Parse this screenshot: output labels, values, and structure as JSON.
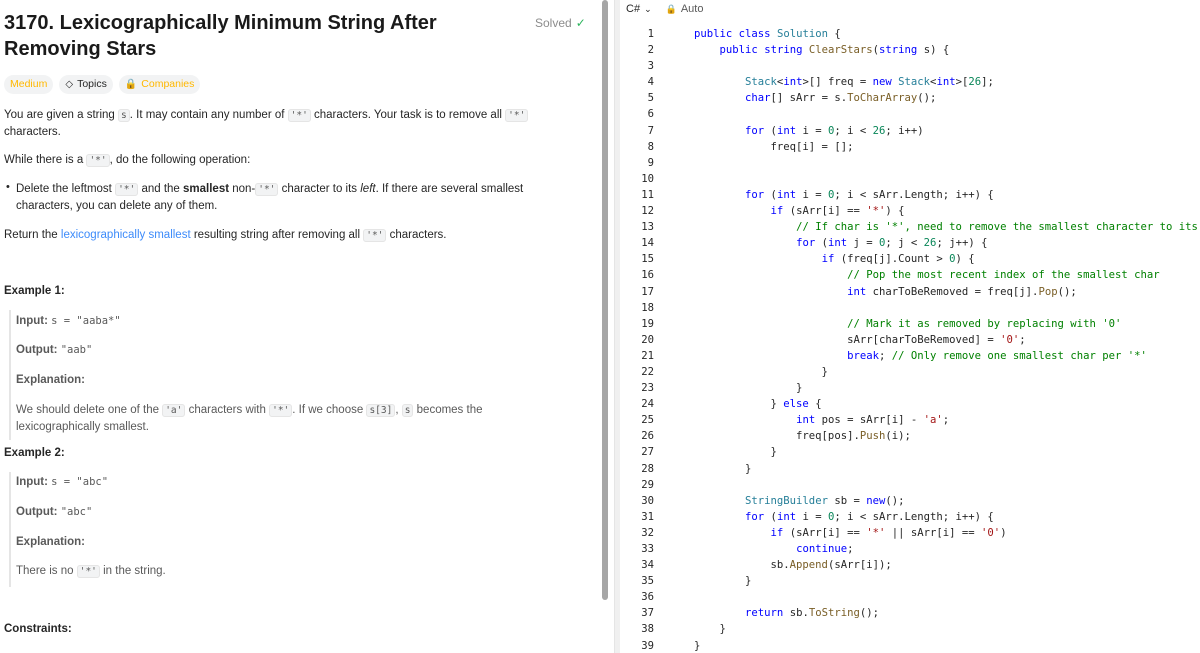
{
  "problem": {
    "title": "3170. Lexicographically Minimum String After Removing Stars",
    "solved_label": "Solved",
    "difficulty": "Medium",
    "topics_label": "Topics",
    "companies_label": "Companies",
    "desc1_a": "You are given a string ",
    "desc1_code_s": "s",
    "desc1_b": ". It may contain any number of ",
    "desc1_code_star": "'*'",
    "desc1_c": " characters. Your task is to remove all ",
    "desc1_code_star2": "'*'",
    "desc1_d": "characters.",
    "desc2_a": "While there is a ",
    "desc2_code": "'*'",
    "desc2_b": ", do the following operation:",
    "bullet_a": "Delete the leftmost ",
    "bullet_code": "'*'",
    "bullet_b": " and the ",
    "bullet_bold": "smallest",
    "bullet_c": " non-",
    "bullet_code2": "'*'",
    "bullet_d": " character to its ",
    "bullet_ital": "left",
    "bullet_e": ". If there are several smallest",
    "bullet_f": "characters, you can delete any of them.",
    "desc3_a": "Return the ",
    "desc3_link": "lexicographically smallest",
    "desc3_b": " resulting string after removing all ",
    "desc3_code": "'*'",
    "desc3_c": " characters.",
    "example1_title": "Example 1:",
    "ex1_input_label": "Input:",
    "ex1_input_value": "s = \"aaba*\"",
    "ex1_output_label": "Output:",
    "ex1_output_value": "\"aab\"",
    "ex1_expl_label": "Explanation:",
    "ex1_expl_a": "We should delete one of the ",
    "ex1_expl_code_a": "'a'",
    "ex1_expl_b": " characters with ",
    "ex1_expl_code_star": "'*'",
    "ex1_expl_c": ". If we choose ",
    "ex1_expl_code_s3": "s[3]",
    "ex1_expl_d": ", ",
    "ex1_expl_code_s": "s",
    "ex1_expl_e": " becomes the",
    "ex1_expl_f": "lexicographically smallest.",
    "example2_title": "Example 2:",
    "ex2_input_label": "Input:",
    "ex2_input_value": "s = \"abc\"",
    "ex2_output_label": "Output:",
    "ex2_output_value": "\"abc\"",
    "ex2_expl_label": "Explanation:",
    "ex2_expl_a": "There is no ",
    "ex2_expl_code": "'*'",
    "ex2_expl_b": " in the string.",
    "constraints_title": "Constraints:"
  },
  "editor": {
    "language": "C#",
    "mode": "Auto",
    "lines": [
      "public class Solution {",
      "    public string ClearStars(string s) {",
      "",
      "        Stack<int>[] freq = new Stack<int>[26];",
      "        char[] sArr = s.ToCharArray();",
      "",
      "        for (int i = 0; i < 26; i++)",
      "            freq[i] = [];",
      "",
      "",
      "        for (int i = 0; i < sArr.Length; i++) {",
      "            if (sArr[i] == '*') {",
      "                // If char is '*', need to remove the smallest character to its left",
      "                for (int j = 0; j < 26; j++) {",
      "                    if (freq[j].Count > 0) {",
      "                        // Pop the most recent index of the smallest char",
      "                        int charToBeRemoved = freq[j].Pop();",
      "",
      "                        // Mark it as removed by replacing with '0'",
      "                        sArr[charToBeRemoved] = '0';",
      "                        break; // Only remove one smallest char per '*'",
      "                    }",
      "                }",
      "            } else {",
      "                int pos = sArr[i] - 'a';",
      "                freq[pos].Push(i);",
      "            }",
      "        }",
      "",
      "        StringBuilder sb = new();",
      "        for (int i = 0; i < sArr.Length; i++) {",
      "            if (sArr[i] == '*' || sArr[i] == '0')",
      "                continue;",
      "            sb.Append(sArr[i]);",
      "        }",
      "",
      "        return sb.ToString();",
      "    }",
      "}"
    ]
  }
}
